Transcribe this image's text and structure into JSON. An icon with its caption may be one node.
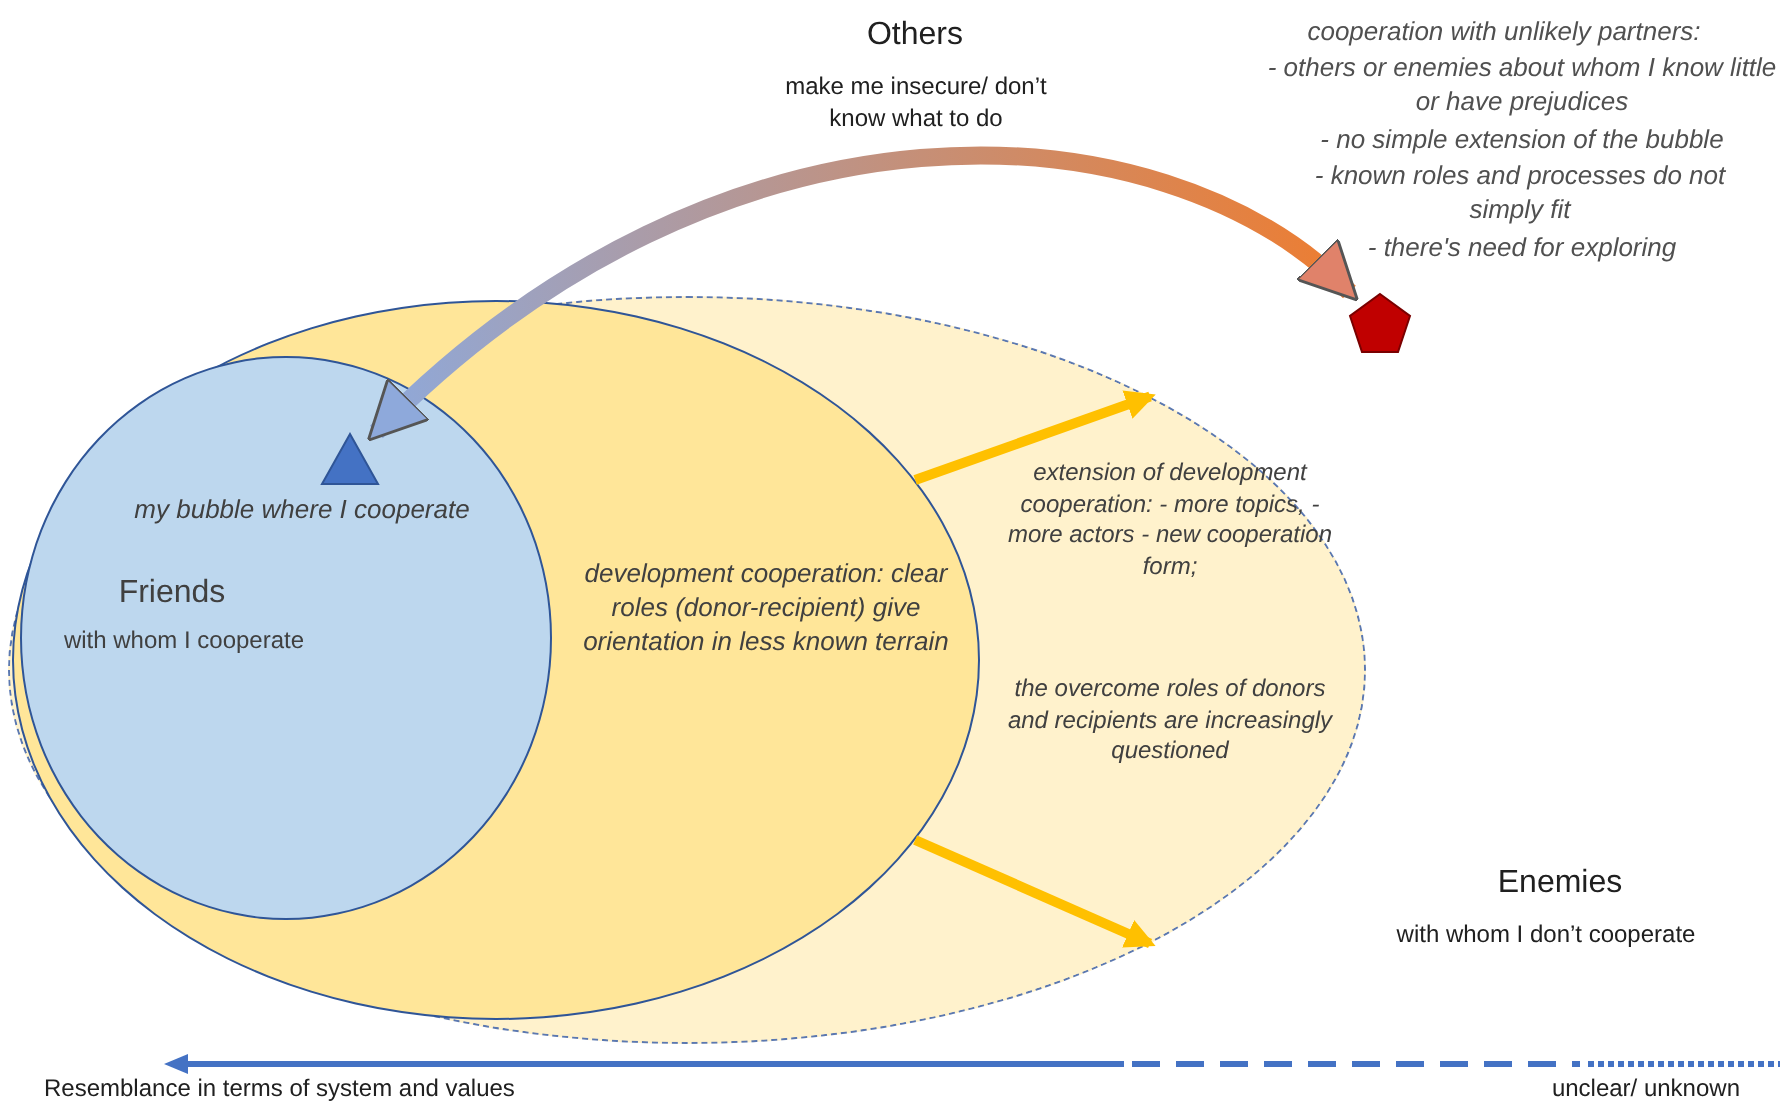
{
  "diagram": {
    "nodes": [
      {
        "text": [
          "extension of development cooperation: - more topics, - more actors - new cooperation form;",
          "the overcome roles of donors and recipients are increasingly questioned"
        ]
      },
      {
        "text": [
          "development cooperation: clear roles (donor-recipient) give orientation in less known terrain"
        ],
        "in": 0
      },
      {
        "text": [
          "my bubble where I cooperate",
          "Friends",
          "with whom I cooperate"
        ],
        "in": 1
      },
      {
        "text": [],
        "shape": "triangle",
        "in": 2
      },
      {
        "text": [],
        "shape": "pentagon"
      }
    ],
    "edges": [
      {
        "from": 3,
        "to": 4,
        "arrow": "both",
        "style": "thick"
      },
      {
        "from": 1,
        "to": 0,
        "arrow": "to",
        "color": "#ffc000"
      },
      {
        "from": 1,
        "to": 0,
        "arrow": "to",
        "color": "#ffc000"
      }
    ],
    "labels": [
      "Others",
      "make me insecure/ don’t know what to do",
      "cooperation with unlikely partners:",
      "- others or enemies about whom I know little or have prejudices",
      "- no simple extension of the bubble",
      "- known roles and processes do not simply fit",
      "- there's need for exploring",
      "Enemies",
      "with whom I don’t cooperate",
      "Resemblance in terms of system and values",
      "unclear/ unknown"
    ]
  }
}
